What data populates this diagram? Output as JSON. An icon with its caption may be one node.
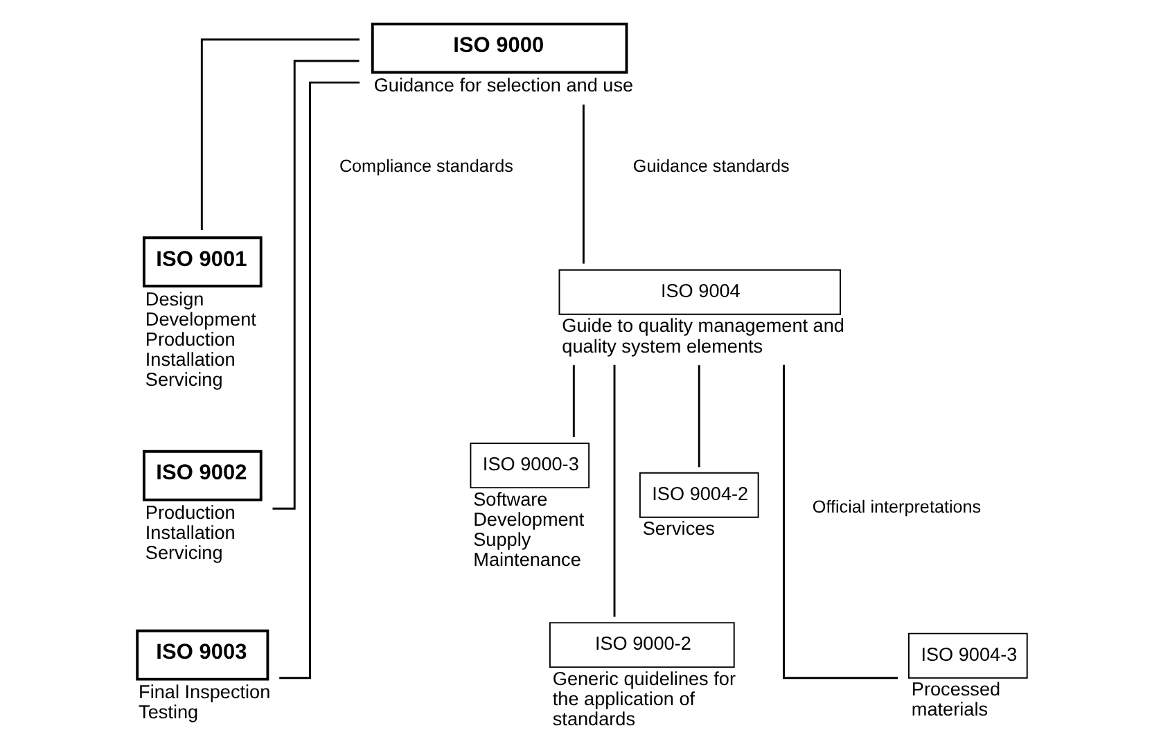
{
  "diagram": {
    "nodes": [
      {
        "text": [
          "ISO 9000"
        ],
        "beside": [
          "Guidance for selection and use"
        ]
      },
      {
        "text": [
          "ISO 9001"
        ],
        "beside": [
          "Design Development Production Installation Servicing"
        ]
      },
      {
        "text": [
          "ISO 9002"
        ],
        "beside": [
          "Production Installation Servicing"
        ]
      },
      {
        "text": [
          "ISO 9003"
        ],
        "beside": [
          "Final Inspection Testing"
        ]
      },
      {
        "text": [
          "ISO 9004"
        ],
        "beside": [
          "Guide to quality management and quality system elements"
        ]
      },
      {
        "text": [
          "ISO 9000-2"
        ],
        "beside": [
          "Generic quidelines for the application of standards"
        ]
      },
      {
        "text": [
          "ISO 9000-3"
        ],
        "beside": [
          "Software Development Supply Maintenance"
        ]
      },
      {
        "text": [
          "ISO 9004-2"
        ],
        "beside": [
          "Services"
        ]
      },
      {
        "text": [
          "ISO 9004-3"
        ],
        "beside": [
          "Processed materials"
        ]
      }
    ],
    "edges": [
      {
        "from": 0,
        "to": 1,
        "arrow": "none"
      },
      {
        "from": 0,
        "to": 2,
        "arrow": "none"
      },
      {
        "from": 0,
        "to": 3,
        "arrow": "none"
      },
      {
        "from": 0,
        "to": 4,
        "arrow": "none"
      },
      {
        "from": 4,
        "to": 5,
        "arrow": "none"
      },
      {
        "from": 4,
        "to": 6,
        "arrow": "none"
      },
      {
        "from": 4,
        "to": 7,
        "arrow": "none"
      },
      {
        "from": 4,
        "to": 8,
        "arrow": "none"
      }
    ],
    "labels": [
      "Compliance standards",
      "Guidance standards",
      "Official interpretations"
    ]
  }
}
